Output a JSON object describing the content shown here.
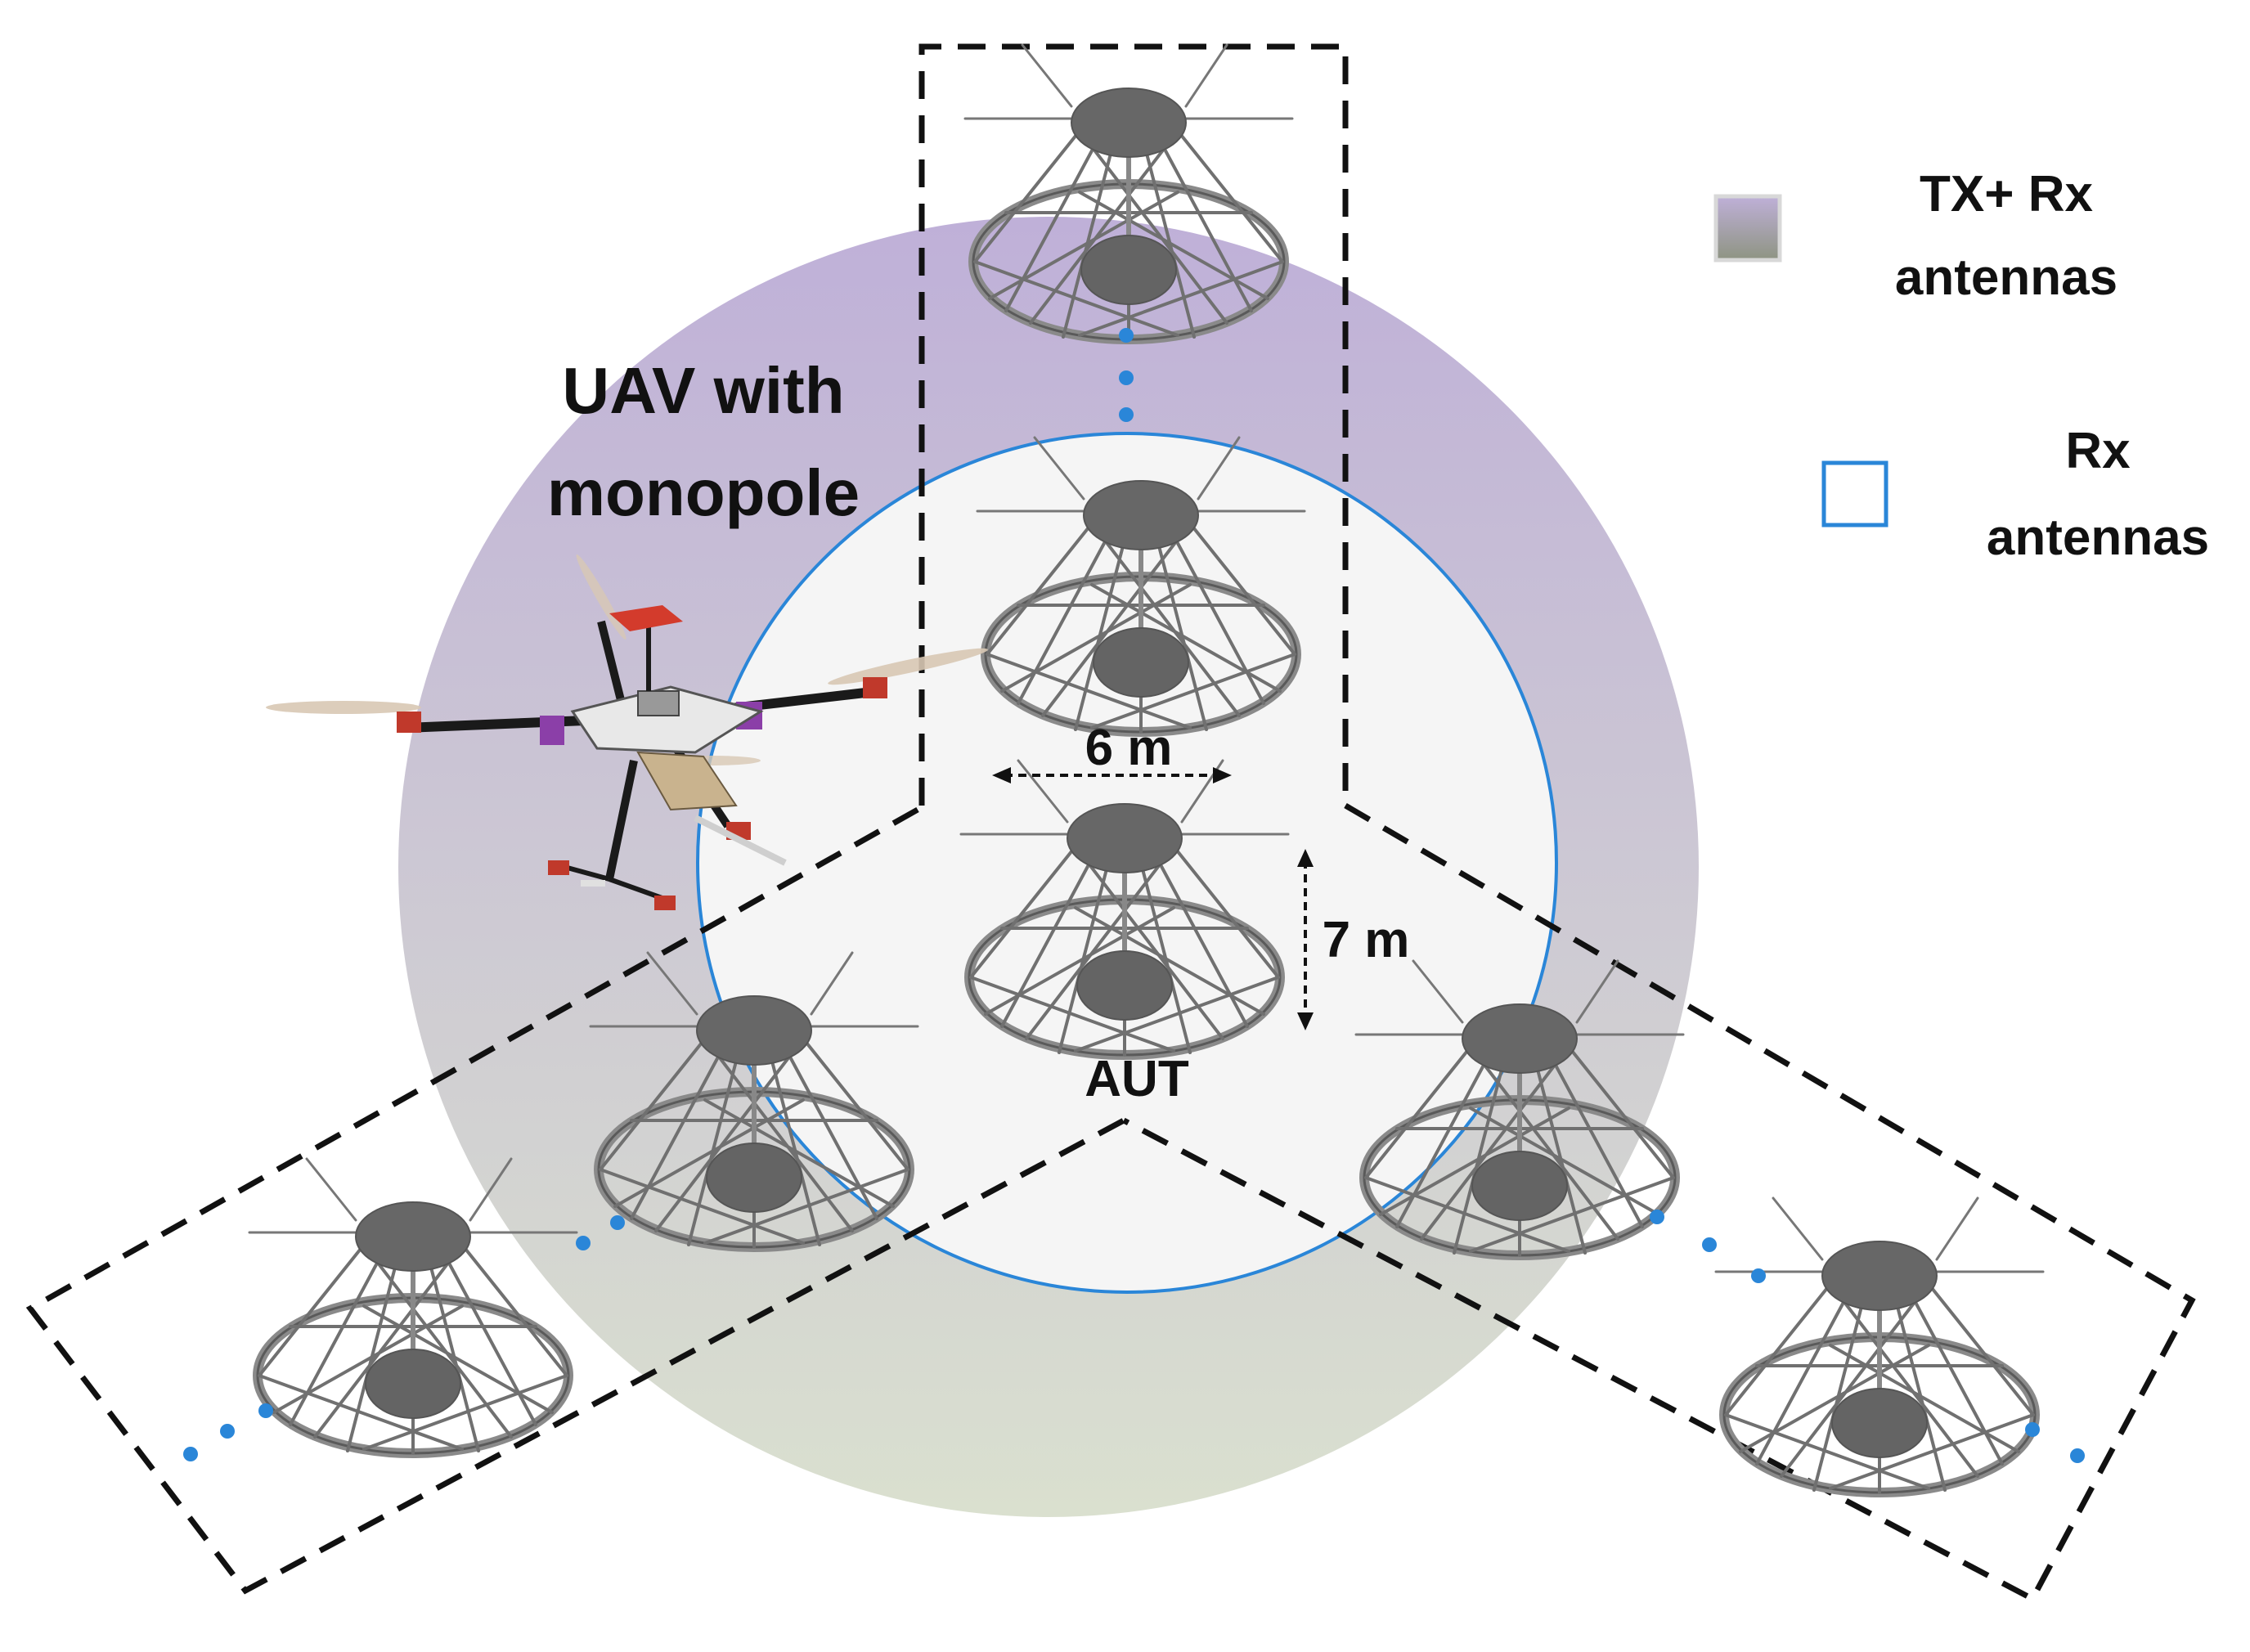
{
  "labels": {
    "uav_line1": "UAV with",
    "uav_line2": "monopole",
    "distance_horizontal": "6 m",
    "distance_vertical": "7 m",
    "aut": "AUT"
  },
  "legend": {
    "txrx_line1": "TX+ Rx",
    "txrx_line2": "antennas",
    "rx_line1": "Rx",
    "rx_line2": "antennas"
  },
  "colors": {
    "outer_top": "#bfb0d8",
    "outer_bottom": "#dae0cf",
    "inner_fill": "#f5f5f5",
    "inner_border": "#2a86d8",
    "legend_rx_border": "#2a86d8",
    "dash_lines": "#111111",
    "dots": "#2a86d8",
    "antenna_disc": "#6a6a6a",
    "antenna_frame": "#7a7a7a"
  },
  "icons": {
    "antenna": "discone-antenna-icon",
    "uav": "quadcopter-drone-icon"
  }
}
